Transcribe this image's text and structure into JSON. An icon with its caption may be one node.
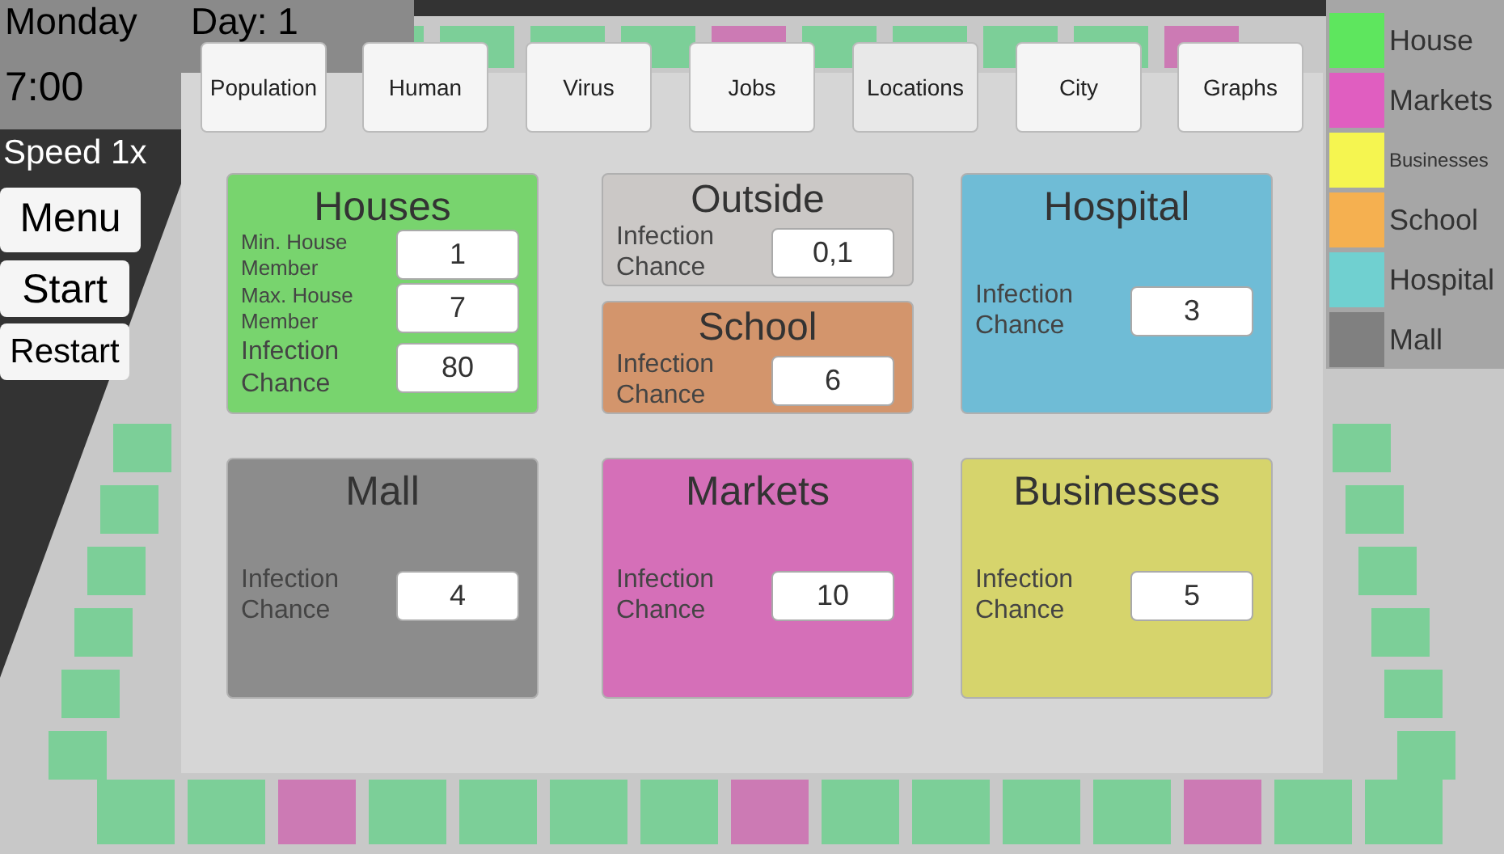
{
  "diagram": {
    "nodes": [
      {
        "text": [],
        "shape": "box"
      },
      {
        "text": [
          "Houses",
          "Min. House Member",
          "1",
          "Max. House Member",
          "7",
          "Infection Chance",
          "80"
        ],
        "in": 0
      },
      {
        "text": [
          "Outside",
          "Infection Chance",
          "0,1"
        ],
        "in": 0
      },
      {
        "text": [
          "School",
          "Infection Chance",
          "6"
        ],
        "in": 0
      },
      {
        "text": [
          "Hospital",
          "Infection Chance",
          "3"
        ],
        "in": 0
      },
      {
        "text": [
          "Mall",
          "Infection Chance",
          "4"
        ],
        "in": 0
      },
      {
        "text": [
          "Markets",
          "Infection Chance",
          "10"
        ],
        "in": 0
      },
      {
        "text": [
          "Businesses",
          "Infection Chance",
          "5"
        ],
        "in": 0
      }
    ],
    "labels": [
      "Monday",
      "Day: 1",
      "7:00",
      "Speed 1x",
      "Menu",
      "Start",
      "Restart",
      "Population",
      "Human",
      "Virus",
      "Jobs",
      "Locations",
      "City",
      "Graphs"
    ],
    "legend": [
      {
        "text": "House",
        "color": "#5ee65e"
      },
      {
        "text": "Markets",
        "color": "#e05ec0"
      },
      {
        "text": "Businesses",
        "color": "#f5f550"
      },
      {
        "text": "School",
        "color": "#f5b050"
      },
      {
        "text": "Hospital",
        "color": "#70d0d0"
      },
      {
        "text": "Mall",
        "color": "#808080"
      }
    ]
  }
}
